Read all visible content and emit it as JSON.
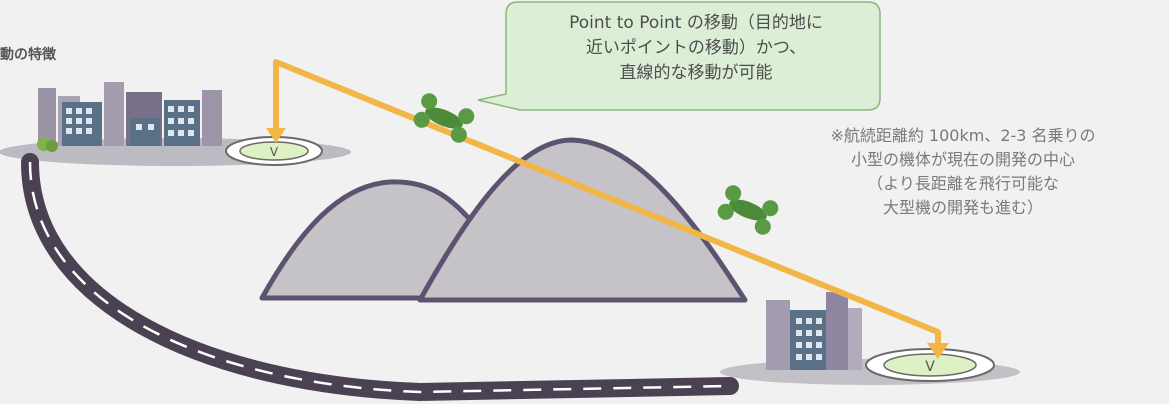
{
  "heading": "動の特徴",
  "speech_bubble": {
    "lines": [
      "Point to Point の移動（目的地に",
      "近いポイントの移動）かつ、",
      "直線的な移動が可能"
    ]
  },
  "note": {
    "lines": [
      "※航続距離約 100km、2-3 名乗りの",
      "小型の機体が現在の開発の中心",
      "（より長距離を飛行可能な",
      "大型機の開発も進む）"
    ]
  },
  "helipad_left": {
    "label": "V"
  },
  "helipad_right": {
    "label": "V"
  },
  "colors": {
    "flight_path": "#f2b646",
    "mountain_fill": "#c6c3c8",
    "mountain_outline": "#5c5370",
    "road": "#4a4252",
    "bubble_fill": "#dcefd6",
    "bubble_border": "#88b87a",
    "helipad_fill": "#def1c4",
    "drone": "#4c8a3a"
  },
  "icons": [
    "city-left-icon",
    "city-right-icon",
    "drone-icon",
    "helipad-icon",
    "mountain-icon",
    "road-icon"
  ]
}
